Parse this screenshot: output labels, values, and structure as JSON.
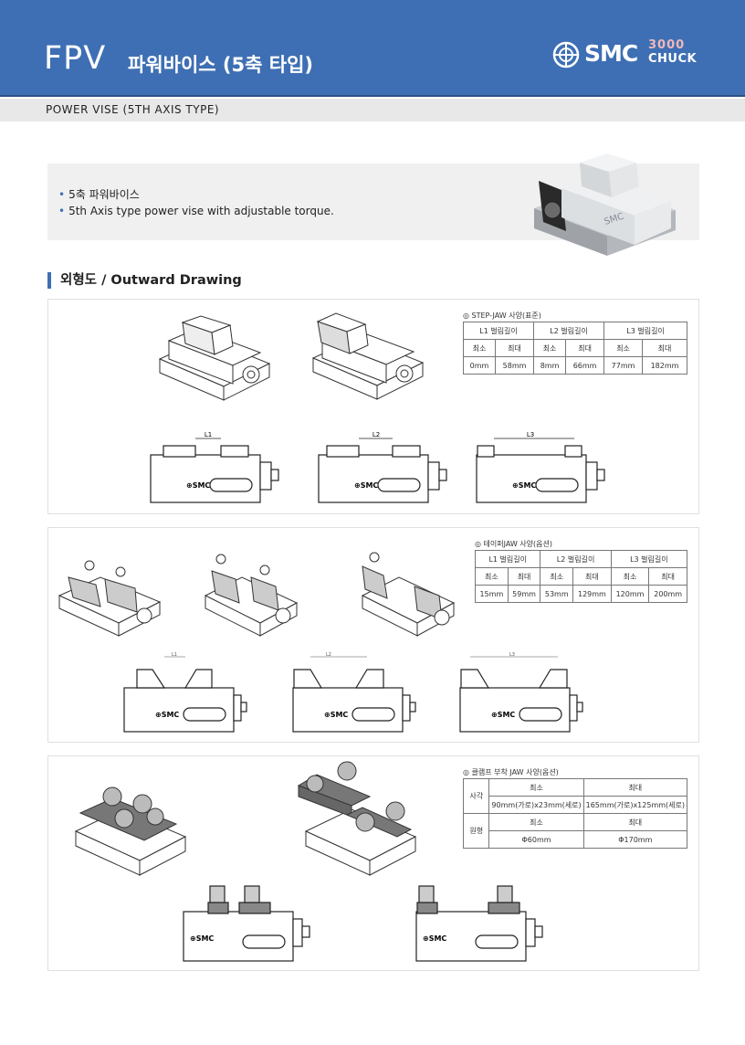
{
  "header": {
    "code": "FPV",
    "title": "파워바이스 (5축 타입)",
    "subtitle": "POWER VISE (5TH AXIS TYPE)"
  },
  "logo": {
    "brand": "SMC",
    "number": "3000",
    "word": "CHUCK"
  },
  "features": [
    "5축 파워바이스",
    "5th Axis type power vise with adjustable torque."
  ],
  "section": {
    "title": "외형도 / Outward Drawing"
  },
  "step_jaw": {
    "caption": "◎ STEP-JAW 사양(표준)",
    "headers": [
      "L1 벌림길이",
      "L2 벌림길이",
      "L3 벌림길이"
    ],
    "sub": [
      "최소",
      "최대",
      "최소",
      "최대",
      "최소",
      "최대"
    ],
    "values": [
      "0mm",
      "58mm",
      "8mm",
      "66mm",
      "77mm",
      "182mm"
    ],
    "dims": [
      "L1",
      "L2",
      "L3"
    ]
  },
  "taper_jaw": {
    "caption": "◎ 테이퍼JAW 사양(옵션)",
    "headers": [
      "L1 벌림길이",
      "L2 벌림길이",
      "L3 벌림길이"
    ],
    "sub": [
      "최소",
      "최대",
      "최소",
      "최대",
      "최소",
      "최대"
    ],
    "values": [
      "15mm",
      "59mm",
      "53mm",
      "129mm",
      "120mm",
      "200mm"
    ],
    "dims": [
      "L1",
      "L2",
      "L3"
    ]
  },
  "clamp_jaw": {
    "caption": "◎ 클램프 부착 JAW 사양(옵션)",
    "min": "최소",
    "max": "최대",
    "row1_label": "사각",
    "row1_min": "90mm(가로)x23mm(세로)",
    "row1_max": "165mm(가로)x125mm(세로)",
    "row2_label": "원형",
    "row2_min": "Φ60mm",
    "row2_max": "Φ170mm"
  }
}
